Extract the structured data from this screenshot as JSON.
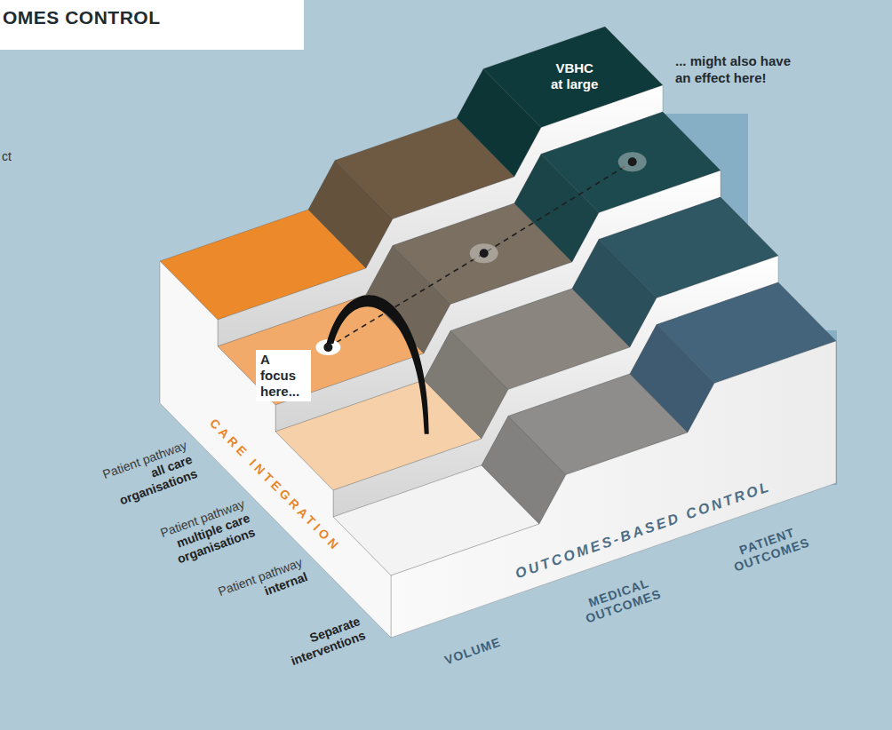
{
  "diagram": {
    "title": "OMES CONTROL",
    "nodes": [
      {
        "text": [
          "VBHC at large"
        ]
      }
    ],
    "labels": [
      "ct",
      "... might also have an effect here!",
      "A focus here...",
      "Patient pathway",
      "all care organisations",
      "Patient pathway",
      "multiple care organisations",
      "Patient pathway",
      "internal",
      "Separate interventions",
      "CARE INTEGRATION",
      "OUTCOMES-BASED CONTROL",
      "VOLUME",
      "MEDICAL OUTCOMES",
      "PATIENT OUTCOMES"
    ]
  }
}
